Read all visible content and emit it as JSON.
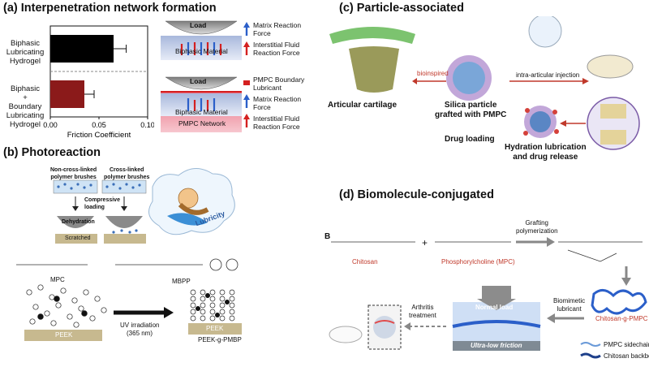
{
  "panels": {
    "a": {
      "title": "(a) Interpenetration network formation",
      "chart_data": {
        "type": "bar",
        "orientation": "horizontal",
        "categories": [
          "Biphasic Lubricating Hydrogel",
          "Biphasic + Boundary Lubricating Hydrogel"
        ],
        "category_lines": [
          [
            "Biphasic",
            "Lubricating",
            "Hydrogel"
          ],
          [
            "Biphasic",
            "+",
            "Boundary",
            "Lubricating",
            "Hydrogel"
          ]
        ],
        "values": [
          0.065,
          0.035
        ],
        "errors": [
          0.013,
          0.01
        ],
        "colors": [
          "#000000",
          "#8b1a1a"
        ],
        "xlabel": "Friction Coefficient",
        "xlim": [
          0.0,
          0.1
        ],
        "xticks": [
          "0.00",
          "0.05",
          "0.10"
        ]
      },
      "schematic_top": {
        "load": "Load",
        "material": "Biphasic Material",
        "legend": [
          {
            "label": "Matrix Reaction Force",
            "lines": [
              "Matrix Reaction",
              "Force"
            ],
            "color": "#2b5fc9"
          },
          {
            "label": "Interstitial Fluid Reaction Force",
            "lines": [
              "Interstitial Fluid",
              "Reaction Force"
            ],
            "color": "#d42020"
          }
        ]
      },
      "schematic_bottom": {
        "load": "Load",
        "material": "Biphasic Material",
        "network": "PMPC Network",
        "legend": [
          {
            "label": "PMPC Boundary Lubricant",
            "lines": [
              "PMPC Boundary",
              "Lubricant"
            ],
            "color": "#d42020"
          },
          {
            "label": "Matrix Reaction Force",
            "lines": [
              "Matrix Reaction",
              "Force"
            ],
            "color": "#2b5fc9"
          },
          {
            "label": "Interstitial Fluid Reaction Force",
            "lines": [
              "Interstitial Fluid",
              "Reaction Force"
            ],
            "color": "#d42020"
          }
        ]
      }
    },
    "b": {
      "title": "(b) Photoreaction",
      "non_cross": [
        "Non-cross-linked",
        "polymer brushes"
      ],
      "cross": [
        "Cross-linked",
        "polymer brushes"
      ],
      "compressive": [
        "Compressive",
        "loading"
      ],
      "dehydration": "Dehydration",
      "scratched": "Scratched",
      "lubricity": "Lubricity",
      "mpc": "MPC",
      "mbpp": "MBPP",
      "peek": "PEEK",
      "uv": "UV irradiation",
      "uv_sub": "(365 nm)",
      "peek_result": "PEEK",
      "product": "PEEK-g-PMBP"
    },
    "c": {
      "title": "(c) Particle-associated",
      "cartilage": "Articular cartilage",
      "bioinspired": "bioinspired",
      "silica": [
        "Silica particle",
        "grafted with PMPC"
      ],
      "injection": "intra-articular injection",
      "drug_loading": "Drug loading",
      "hydration": [
        "Hydration lubrication",
        "and drug release"
      ]
    },
    "d": {
      "title": "(d) Biomolecule-conjugated",
      "label_b": "B",
      "chitosan": "Chitosan",
      "mpc": "Phosphorylcholine (MPC)",
      "grafting": [
        "Grafting",
        "polymerization"
      ],
      "chitosan_g": "Chitosan-g-PMPC",
      "biomimetic": [
        "Biomimetic",
        "lubricant"
      ],
      "normal_load": "Normal load",
      "ultra_low": "Ultra-low friction",
      "arthritis": [
        "Arthritis",
        "treatment"
      ],
      "legend_side": "PMPC sidechain",
      "legend_backbone": "Chitosan backbone"
    }
  }
}
